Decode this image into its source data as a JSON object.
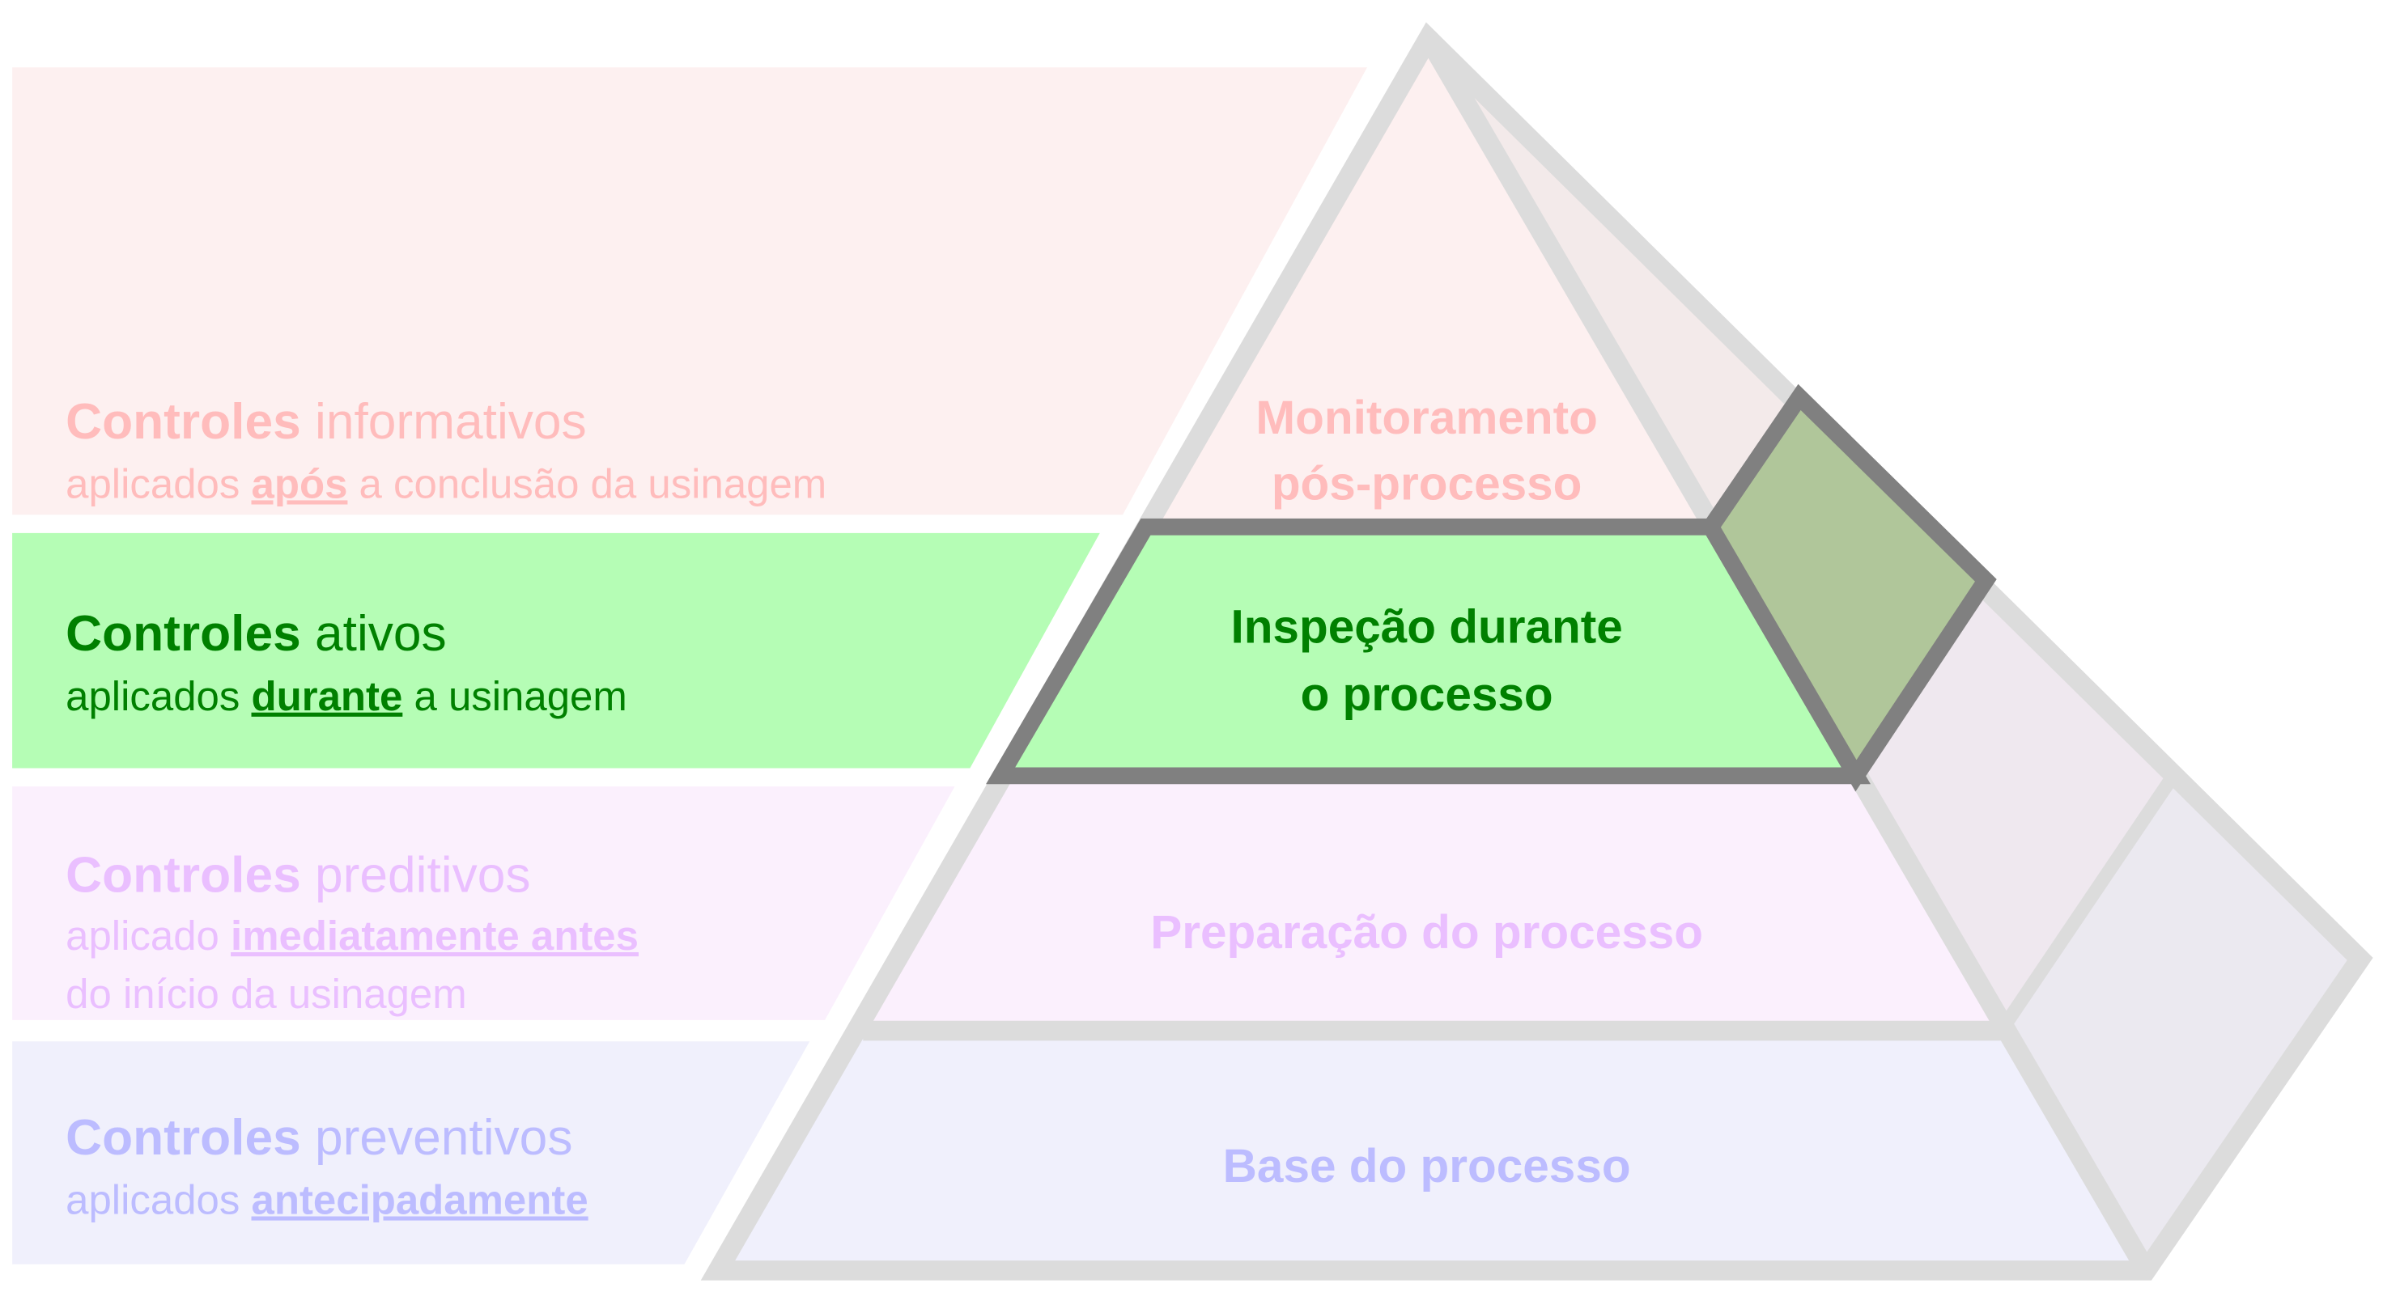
{
  "colors": {
    "informative_text": "#ffbcbc",
    "informative_band": "#fdf0f0",
    "active_text": "#008000",
    "active_band": "#b5fdb5",
    "predictive_text": "#eabfff",
    "predictive_band": "#fbf0fd",
    "preventive_text": "#bcbcff",
    "preventive_band": "#f0f0fc",
    "outline": "#dcdcdc",
    "highlight_outline": "#808080"
  },
  "bands": [
    {
      "title_bold": "Controles",
      "title_rest": " informativos",
      "line1_pre": "aplicados ",
      "line1_key": "após",
      "line1_post": " a conclusão da usinagem"
    },
    {
      "title_bold": "Controles",
      "title_rest": " ativos",
      "line1_pre": "aplicados ",
      "line1_key": "durante",
      "line1_post": " a usinagem"
    },
    {
      "title_bold": "Controles",
      "title_rest": " preditivos",
      "line1_pre": "aplicado ",
      "line1_key": "imediatamente antes",
      "line2": "do início da usinagem"
    },
    {
      "title_bold": "Controles",
      "title_rest": " preventivos",
      "line1_pre": "aplicados ",
      "line1_key": "antecipadamente"
    }
  ],
  "pyramid": {
    "top": [
      "Monitoramento",
      "pós-processo"
    ],
    "active": [
      "Inspeção durante",
      "o processo"
    ],
    "preparation": "Preparação do processo",
    "base": "Base do processo"
  }
}
